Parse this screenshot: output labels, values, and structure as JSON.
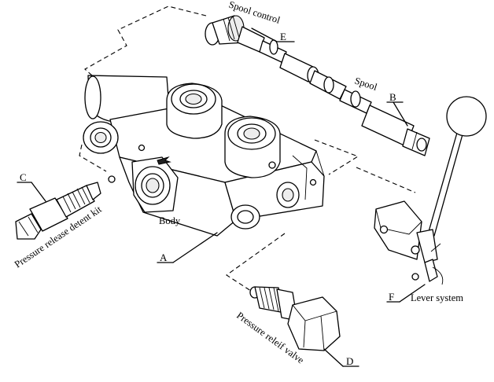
{
  "labels": {
    "spool_control": "Spool control",
    "spool": "Spool",
    "body": "Body",
    "pressure_release_detent_kit": "Pressure release detent kit",
    "pressure_relief_valve": "Pressure releif valve",
    "lever_system": "Lever system"
  },
  "callouts": {
    "a": "A",
    "b": "B",
    "c": "C",
    "d": "D",
    "e": "E",
    "f": "F"
  }
}
